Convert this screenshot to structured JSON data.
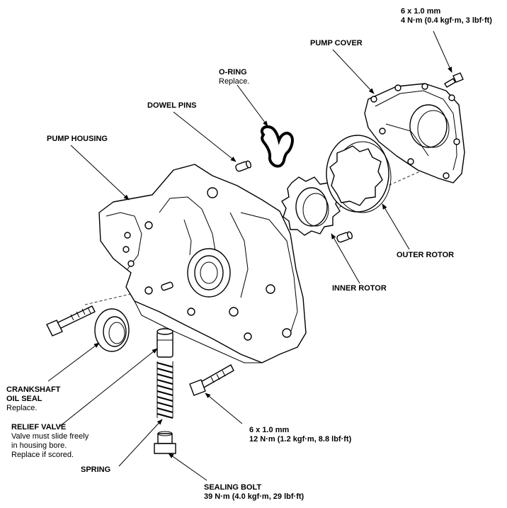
{
  "labels": {
    "cover_bolt": {
      "spec": "6 x 1.0 mm",
      "torque": "4 N·m (0.4 kgf·m, 3 lbf·ft)"
    },
    "pump_cover": {
      "title": "PUMP COVER"
    },
    "o_ring": {
      "title": "O-RING",
      "note": "Replace."
    },
    "dowel_pins": {
      "title": "DOWEL PINS"
    },
    "pump_housing": {
      "title": "PUMP HOUSING"
    },
    "outer_rotor": {
      "title": "OUTER ROTOR"
    },
    "inner_rotor": {
      "title": "INNER ROTOR"
    },
    "crankshaft_seal": {
      "title_line1": "CRANKSHAFT",
      "title_line2": "OIL SEAL",
      "note": "Replace."
    },
    "relief_valve": {
      "title": "RELIEF VALVE",
      "note_line1": "Valve must slide freely",
      "note_line2": "in housing bore.",
      "note_line3": "Replace if scored."
    },
    "housing_bolt": {
      "spec": "6 x 1.0 mm",
      "torque": "12 N·m (1.2 kgf·m, 8.8 lbf·ft)"
    },
    "spring": {
      "title": "SPRING"
    },
    "sealing_bolt": {
      "title": "SEALING BOLT",
      "torque": "39 N·m (4.0 kgf·m, 29 lbf·ft)"
    }
  }
}
